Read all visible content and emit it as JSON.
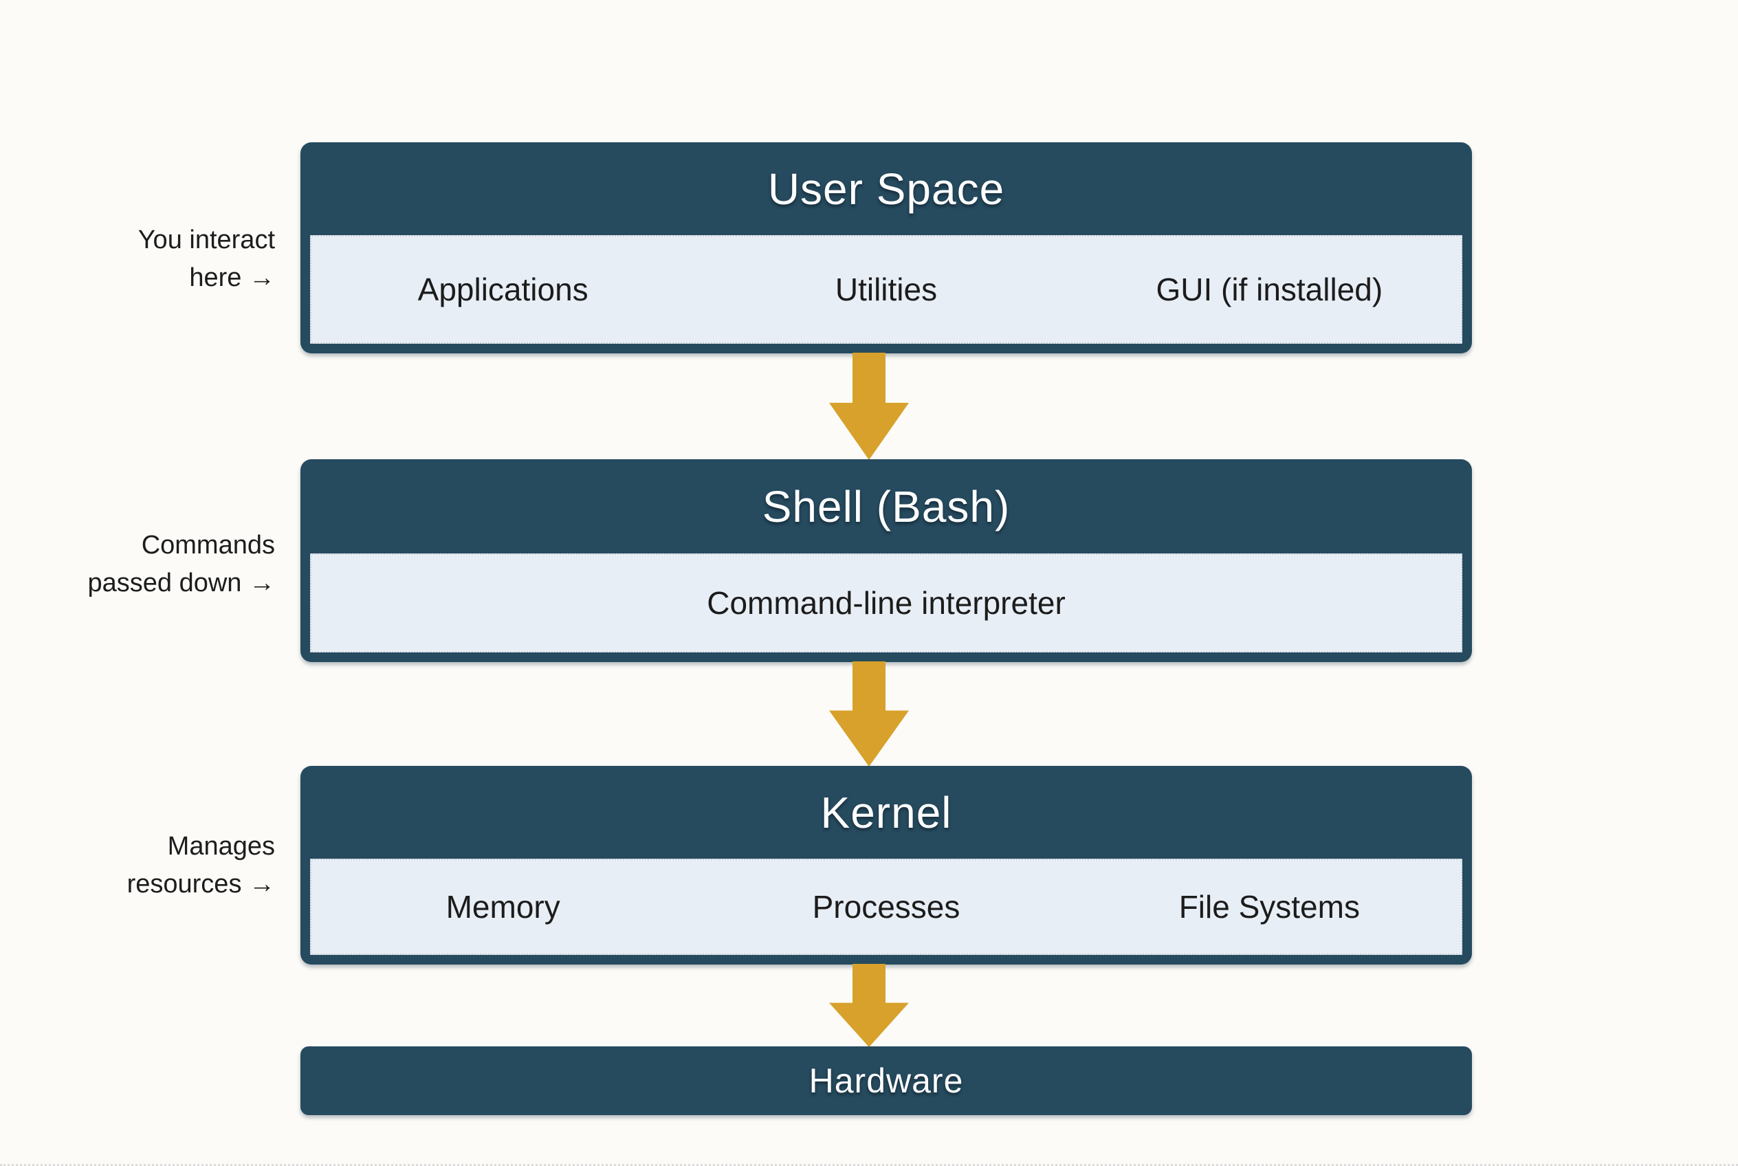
{
  "colors": {
    "layer_dark": "#264a5e",
    "layer_panel_light": "#e8eef5",
    "arrow_gold": "#d7a12b",
    "header_text": "#ffffff",
    "body_text": "#1c1c1c",
    "background": "#fcfbf8"
  },
  "layers": [
    {
      "id": "user-space",
      "title": "User Space",
      "items": [
        "Applications",
        "Utilities",
        "GUI (if installed)"
      ]
    },
    {
      "id": "shell",
      "title": "Shell (Bash)",
      "items": [
        "Command-line interpreter"
      ]
    },
    {
      "id": "kernel",
      "title": "Kernel",
      "items": [
        "Memory",
        "Processes",
        "File Systems"
      ]
    },
    {
      "id": "hardware",
      "title": "Hardware",
      "items": []
    }
  ],
  "annotations": [
    {
      "line1": "You interact",
      "line2": "here →"
    },
    {
      "line1": "Commands",
      "line2": "passed down →"
    },
    {
      "line1": "Manages",
      "line2": "resources →"
    }
  ],
  "arrows": [
    {
      "from": "user-space",
      "to": "shell"
    },
    {
      "from": "shell",
      "to": "kernel"
    },
    {
      "from": "kernel",
      "to": "hardware"
    }
  ]
}
